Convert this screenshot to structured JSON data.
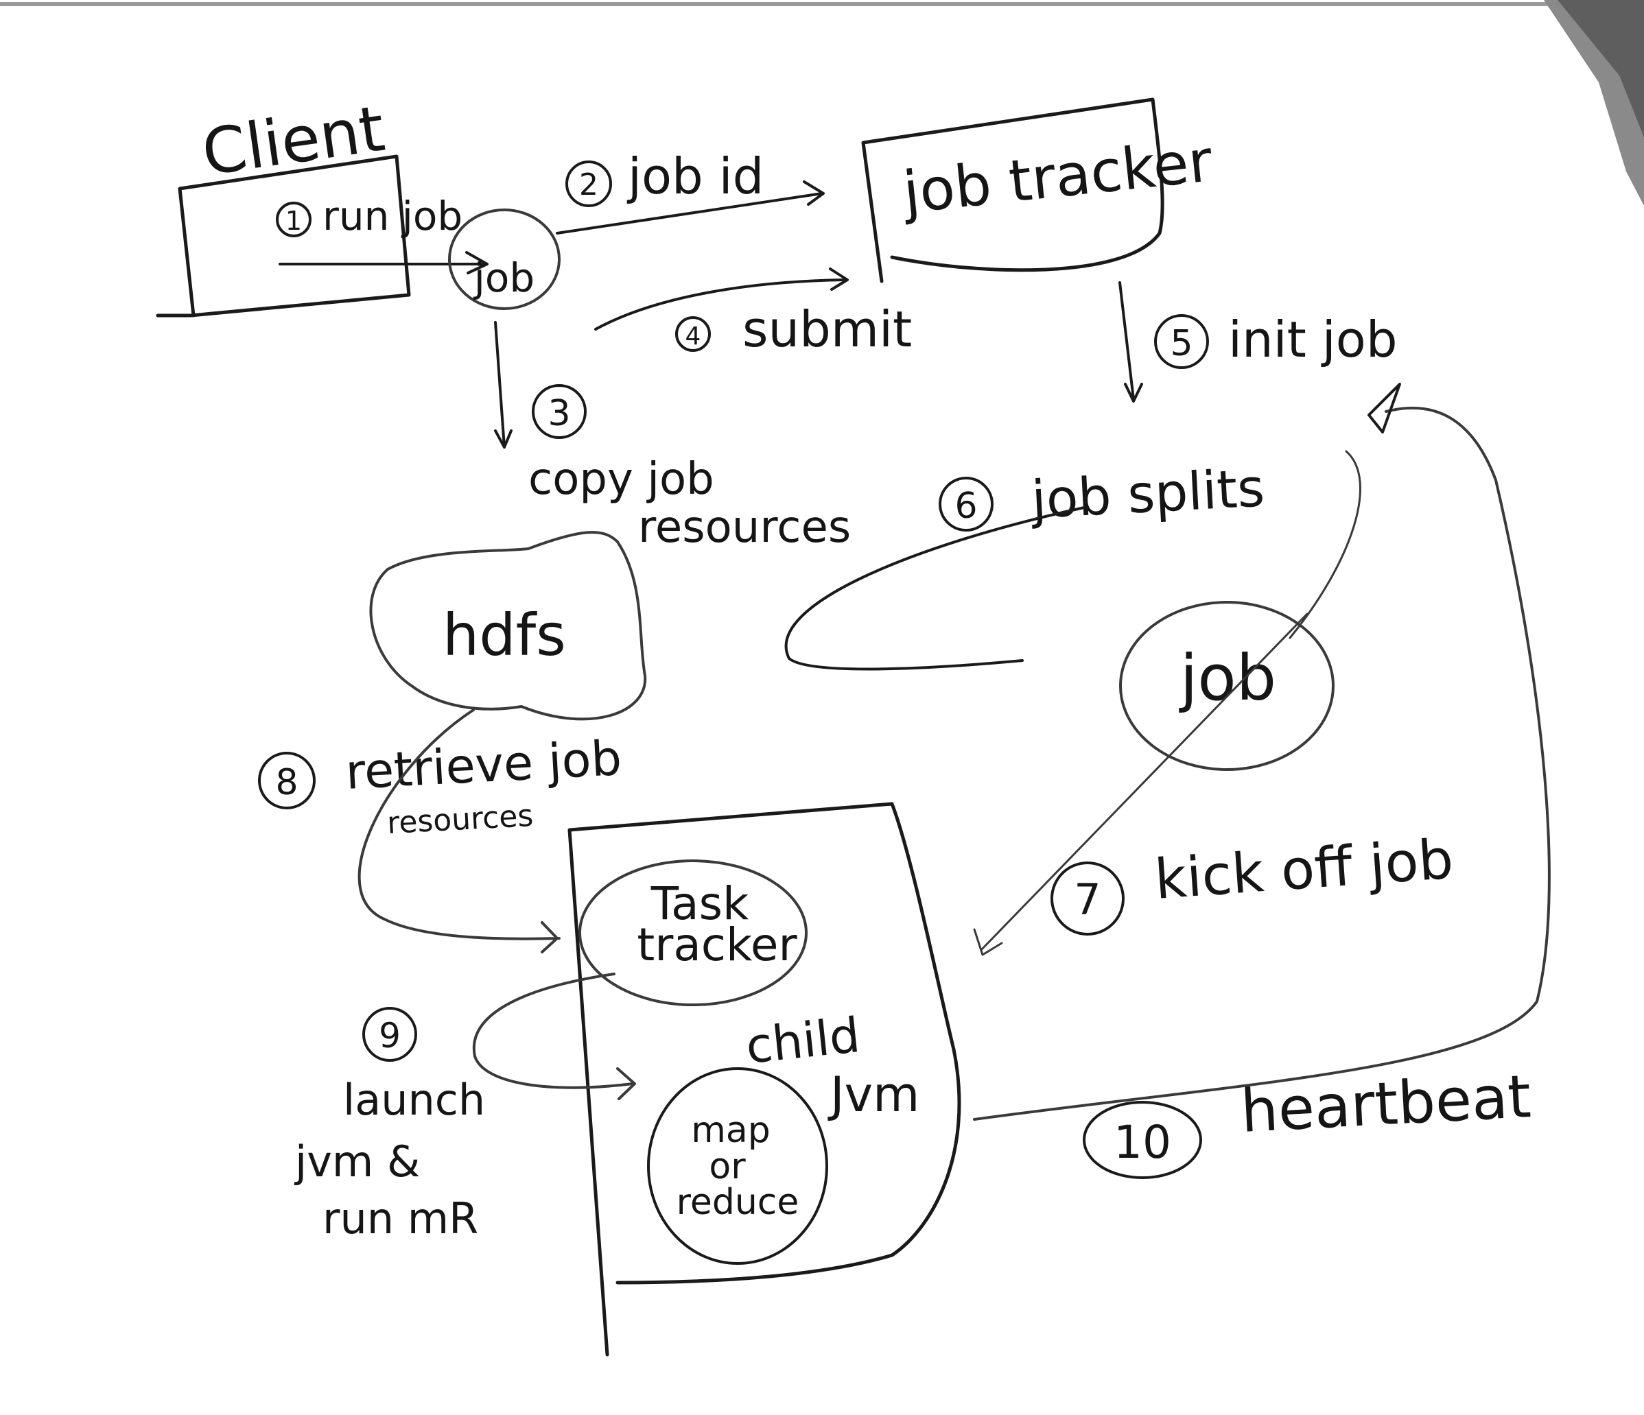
{
  "diagram": {
    "title": "Client",
    "nodes": {
      "client_job": "job",
      "job_tracker": "job tracker",
      "hdfs": "hdfs",
      "tracker_job": "job",
      "task_tracker_line1": "Task",
      "task_tracker_line2": "tracker",
      "child_jvm_line1": "child",
      "child_jvm_line2": "Jvm",
      "map_reduce_line1": "map",
      "map_reduce_line2": "or",
      "map_reduce_line3": "reduce"
    },
    "steps": [
      {
        "num": "1",
        "label": "run job"
      },
      {
        "num": "2",
        "label": "job id"
      },
      {
        "num": "3",
        "label_line1": "copy job",
        "label_line2": "resources"
      },
      {
        "num": "4",
        "label": "submit"
      },
      {
        "num": "5",
        "label": "init job"
      },
      {
        "num": "6",
        "label": "job splits"
      },
      {
        "num": "7",
        "label": "kick off job"
      },
      {
        "num": "8",
        "label_line1": "retrieve job",
        "label_line2": "resources"
      },
      {
        "num": "9",
        "label_line1": "launch",
        "label_line2": "jvm &",
        "label_line3": "run mR"
      },
      {
        "num": "10",
        "label": "heartbeat"
      }
    ]
  }
}
